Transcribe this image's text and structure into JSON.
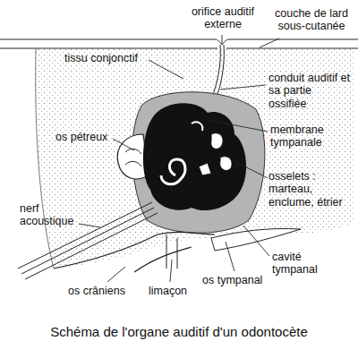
{
  "diagram": {
    "caption": "Schéma de l'organe auditif d'un odontocète",
    "labels": [
      "orifice auditif externe",
      "couche de lard sous-cutanée",
      "tissu conjonctif",
      "conduit auditif et sa partie ossifiée",
      "os pétreux",
      "membrane tympanale",
      "osselets : marteau, enclume, étrier",
      "nerf acoustique",
      "cavité tympanal",
      "os tympanal",
      "os crâniens",
      "limaçon"
    ]
  }
}
